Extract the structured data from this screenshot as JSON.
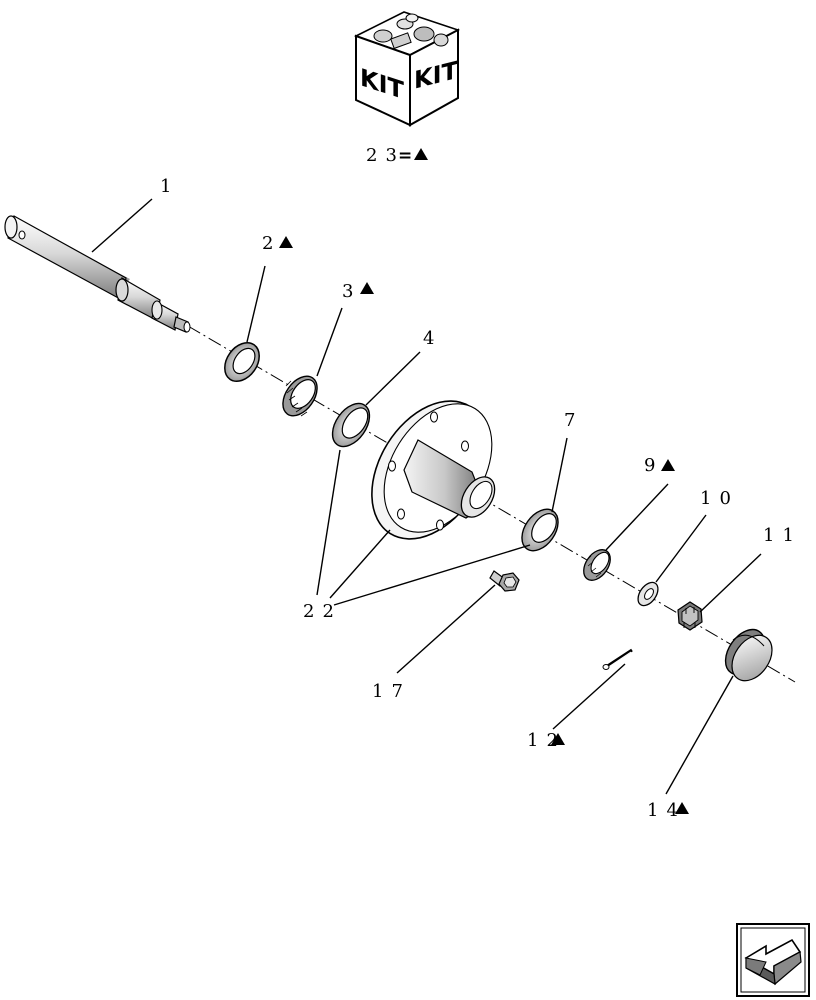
{
  "kit": {
    "face_left": "KIT",
    "face_right": "KIT",
    "legend_number": "23",
    "legend_equals": "="
  },
  "callouts": [
    {
      "id": "1",
      "label": "1",
      "kit": false
    },
    {
      "id": "2",
      "label": "2",
      "kit": true
    },
    {
      "id": "3",
      "label": "3",
      "kit": true
    },
    {
      "id": "4",
      "label": "4",
      "kit": false
    },
    {
      "id": "7",
      "label": "7",
      "kit": false
    },
    {
      "id": "9",
      "label": "9",
      "kit": true
    },
    {
      "id": "10",
      "label": "10",
      "kit": false
    },
    {
      "id": "11",
      "label": "11",
      "kit": false
    },
    {
      "id": "12",
      "label": "12",
      "kit": true
    },
    {
      "id": "14",
      "label": "14",
      "kit": true
    },
    {
      "id": "17",
      "label": "17",
      "kit": false
    },
    {
      "id": "22",
      "label": "22",
      "kit": false
    }
  ],
  "navigation": {
    "icon": "back-arrow-icon"
  },
  "colors": {
    "line": "#000000",
    "background": "#ffffff"
  }
}
